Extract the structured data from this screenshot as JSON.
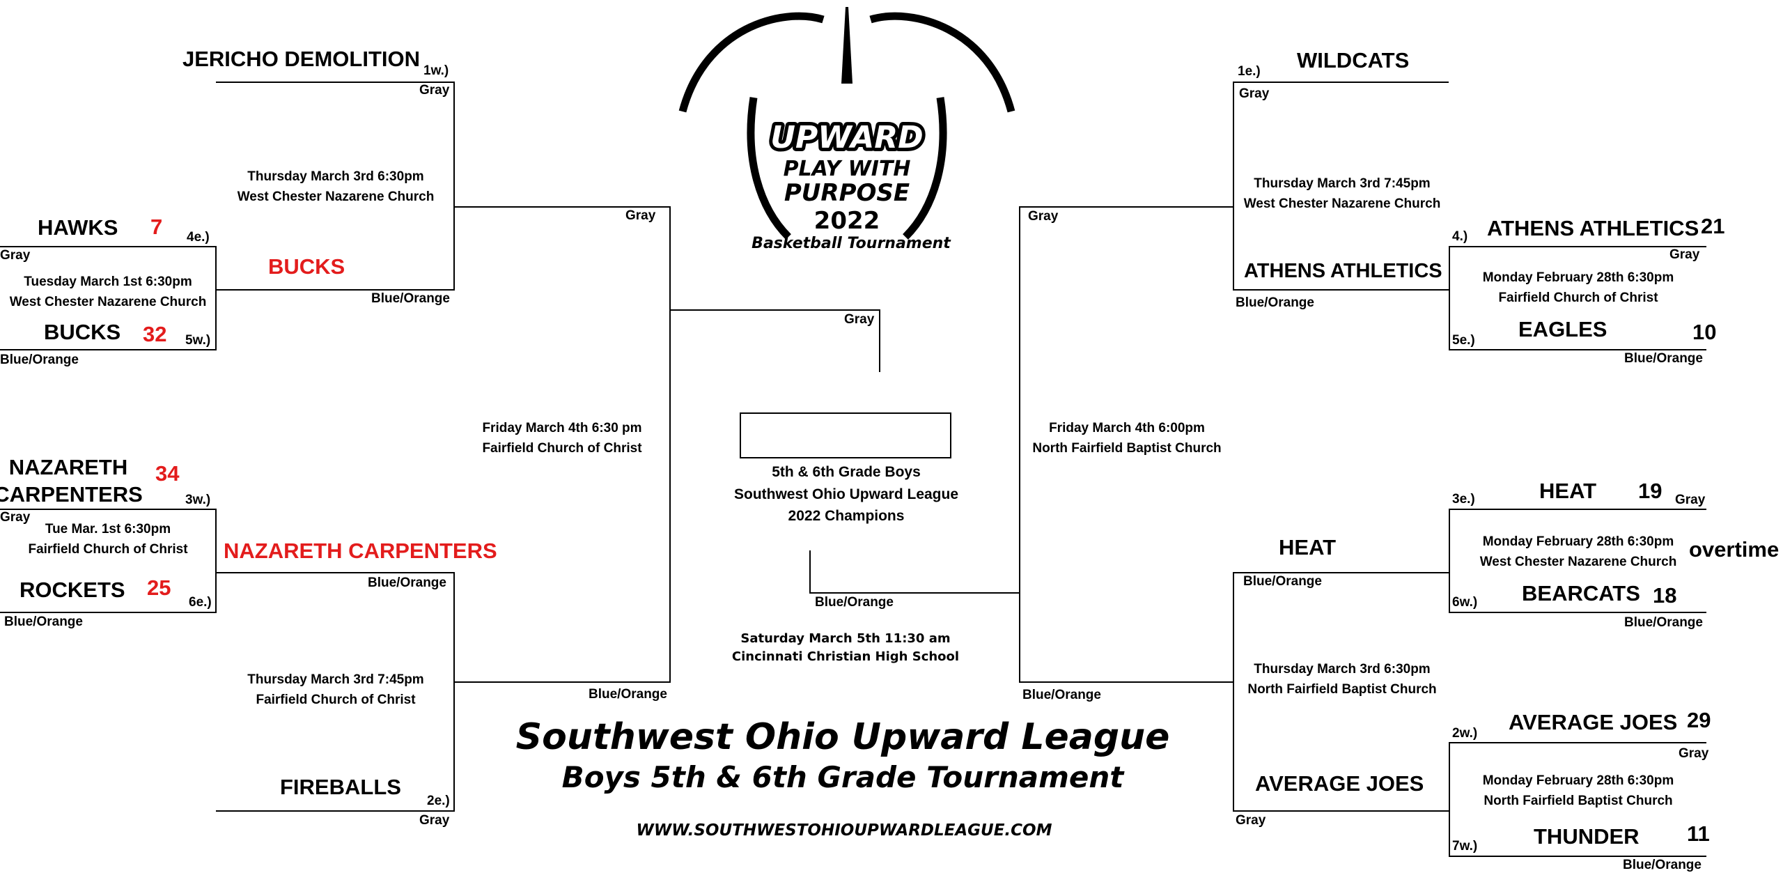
{
  "logo": {
    "brand": "UPWARD",
    "tagline_line1": "PLAY WITH",
    "tagline_line2": "PURPOSE",
    "year": "2022",
    "subtitle": "Basketball Tournament"
  },
  "left_bracket": {
    "jericho": {
      "team": "JERICHO DEMOLITION",
      "seed": "1w.)",
      "color": "Gray"
    },
    "game_jb": {
      "line1": "Thursday March 3rd 6:30pm",
      "line2": "West Chester Nazarene Church"
    },
    "hawks": {
      "team": "HAWKS",
      "score": "7",
      "seed": "4e.)",
      "color": "Gray"
    },
    "game_hb": {
      "line1": "Tuesday March 1st 6:30pm",
      "line2": "West Chester Nazarene Church"
    },
    "bucks": {
      "team": "BUCKS",
      "score": "32",
      "seed": "5w.)",
      "color": "Blue/Orange"
    },
    "winner_bucks": {
      "team": "BUCKS",
      "color": "Blue/Orange"
    },
    "semi_top_color": "Gray",
    "semi_game": {
      "line1": "Friday March 4th 6:30 pm",
      "line2": "Fairfield Church of Christ"
    },
    "nazareth": {
      "team_line1": "NAZARETH",
      "team_line2": "CARPENTERS",
      "score": "34",
      "seed": "3w.)",
      "color": "Gray"
    },
    "game_nr": {
      "line1": "Tue Mar. 1st 6:30pm",
      "line2": "Fairfield Church of Christ"
    },
    "rockets": {
      "team": "ROCKETS",
      "score": "25",
      "seed": "6e.)",
      "color": "Blue/Orange"
    },
    "winner_nazareth": {
      "team": "NAZARETH CARPENTERS",
      "color": "Blue/Orange"
    },
    "game_nf": {
      "line1": "Thursday March 3rd 7:45pm",
      "line2": "Fairfield Church of Christ"
    },
    "fireballs": {
      "team": "FIREBALLS",
      "seed": "2e.)",
      "color": "Gray"
    },
    "semi_bottom_color": "Blue/Orange"
  },
  "right_bracket": {
    "wildcats": {
      "team": "WILDCATS",
      "seed": "1e.)",
      "color": "Gray"
    },
    "game_wa": {
      "line1": "Thursday March 3rd 7:45pm",
      "line2": "West Chester Nazarene Church"
    },
    "athens": {
      "team": "ATHENS ATHLETICS",
      "score": "21",
      "seed": "4.)",
      "color": "Gray"
    },
    "game_ae": {
      "line1": "Monday February 28th 6:30pm",
      "line2": "Fairfield Church of Christ"
    },
    "eagles": {
      "team": "EAGLES",
      "score": "10",
      "seed": "5e.)",
      "color": "Blue/Orange"
    },
    "winner_athens": {
      "team": "ATHENS ATHLETICS",
      "color": "Blue/Orange"
    },
    "semi_top_color": "Gray",
    "semi_game": {
      "line1": "Friday March 4th 6:00pm",
      "line2": "North Fairfield Baptist Church"
    },
    "heat": {
      "team": "HEAT",
      "score": "19",
      "seed": "3e.)",
      "color": "Gray"
    },
    "game_hb": {
      "line1": "Monday February 28th 6:30pm",
      "line2": "West Chester Nazarene Church"
    },
    "overtime": "overtime",
    "bearcats": {
      "team": "BEARCATS",
      "score": "18",
      "seed": "6w.)",
      "color": "Blue/Orange"
    },
    "winner_heat": {
      "team": "HEAT",
      "color": "Blue/Orange"
    },
    "game_ha": {
      "line1": "Thursday March 3rd 6:30pm",
      "line2": "North Fairfield Baptist Church"
    },
    "average_joes": {
      "team": "AVERAGE JOES",
      "score": "29",
      "seed": "2w.)",
      "color": "Gray"
    },
    "game_at": {
      "line1": "Monday February 28th 6:30pm",
      "line2": "North Fairfield Baptist Church"
    },
    "thunder": {
      "team": "THUNDER",
      "score": "11",
      "seed": "7w.)",
      "color": "Blue/Orange"
    },
    "winner_aj": {
      "team": "AVERAGE JOES",
      "color": "Gray"
    },
    "semi_bottom_color": "Blue/Orange"
  },
  "final": {
    "top_color": "Gray",
    "bottom_color": "Blue/Orange",
    "champ_line1": "5th & 6th Grade Boys",
    "champ_line2": "Southwest Ohio Upward League",
    "champ_line3": "2022 Champions",
    "game_line1": "Saturday March 5th 11:30 am",
    "game_line2": "Cincinnati Christian High School"
  },
  "footer": {
    "title1": "Southwest Ohio Upward League",
    "title2": "Boys 5th & 6th Grade Tournament",
    "website": "WWW.SOUTHWESTOHIOUPWARDLEAGUE.COM"
  },
  "colors": {
    "winner_red": "#e31c1c",
    "line": "#000000"
  }
}
